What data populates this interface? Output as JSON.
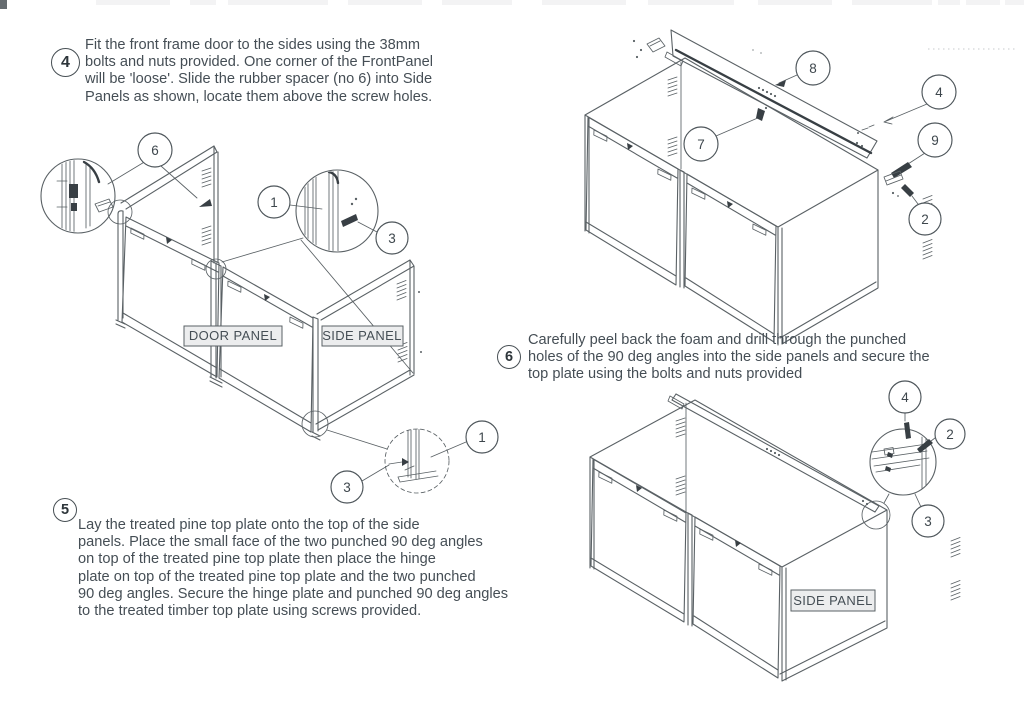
{
  "steps": {
    "step4": {
      "number": "4",
      "text": "Fit the front frame door to the sides using the 38mm\nbolts and nuts provided. One corner of the FrontPanel\nwill be 'loose'. Slide the rubber spacer (no 6) into Side\nPanels as shown, locate them above the screw holes."
    },
    "step5": {
      "number": "5",
      "text": "Lay the treated pine top plate onto the top of the side\npanels. Place the small face of the two punched 90 deg angles\non top of the treated pine top plate then place the hinge\nplate on top of the treated pine top plate and the two punched\n90 deg angles. Secure the hinge plate and punched 90 deg angles\nto the treated timber top plate using screws provided."
    },
    "step6": {
      "number": "6",
      "text": "Carefully peel back the foam and drill through the punched\nholes of the 90 deg angles into the side panels and secure the\ntop plate using the bolts and nuts provided"
    }
  },
  "diagrams": {
    "front_frame": {
      "door_panel_label": "DOOR PANEL",
      "side_panel_label": "SIDE PANEL",
      "callouts": {
        "rubber_spacer": "6",
        "frame_top": "1",
        "bolt_top": "3",
        "frame_bottom": "1",
        "bolt_bottom": "3"
      }
    },
    "top_plate_exploded": {
      "callouts": {
        "top_plate": "8",
        "bolt_right": "4",
        "punched_hole": "7",
        "bracket_screw": "9",
        "lower_screw": "2"
      }
    },
    "top_plate_fitted": {
      "side_panel_label": "SIDE PANEL",
      "callouts": {
        "top_bolt": "4",
        "side_screw": "2",
        "angle_bracket": "3"
      }
    }
  },
  "colors": {
    "line": "#5a6165",
    "text": "#454e55",
    "dark": "#383f44"
  }
}
